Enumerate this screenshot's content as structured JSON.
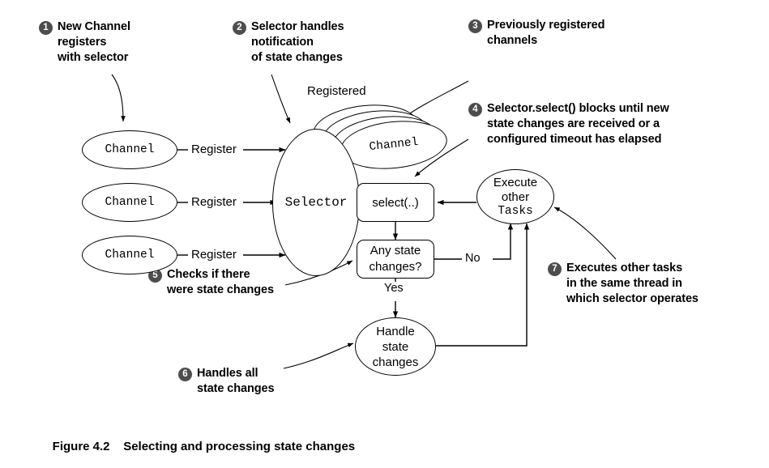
{
  "figure": {
    "caption_number": "Figure 4.2",
    "caption_text": "Selecting and processing state changes"
  },
  "callouts": [
    {
      "number": "1",
      "text": "New Channel\nregisters\nwith selector"
    },
    {
      "number": "2",
      "text": "Selector handles\nnotification\nof state changes"
    },
    {
      "number": "3",
      "text": "Previously registered\nchannels"
    },
    {
      "number": "4",
      "text": "Selector.select() blocks until new\nstate changes are received or a\nconfigured timeout has elapsed"
    },
    {
      "number": "5",
      "text": "Checks if there\nwere state changes"
    },
    {
      "number": "6",
      "text": "Handles all\nstate changes"
    },
    {
      "number": "7",
      "text": "Executes other tasks\nin the same thread in\nwhich selector operates"
    }
  ],
  "nodes": {
    "channel_1": "Channel",
    "channel_2": "Channel",
    "channel_3": "Channel",
    "registered_channel": "Channel",
    "selector": "Selector",
    "select_call": "select(..)",
    "any_state_changes": "Any state\nchanges?",
    "handle_state_changes": "Handle\nstate\nchanges",
    "execute_other_line1": "Execute",
    "execute_other_line2": "other",
    "execute_other_line3": "Tasks"
  },
  "edge_labels": {
    "register_1": "Register",
    "register_2": "Register",
    "register_3": "Register",
    "registered_group": "Registered",
    "no": "No",
    "yes": "Yes"
  },
  "colors": {
    "badge_fill": "#4d4d4d",
    "badge_text": "#ffffff",
    "stroke": "#000000",
    "background": "#ffffff"
  }
}
